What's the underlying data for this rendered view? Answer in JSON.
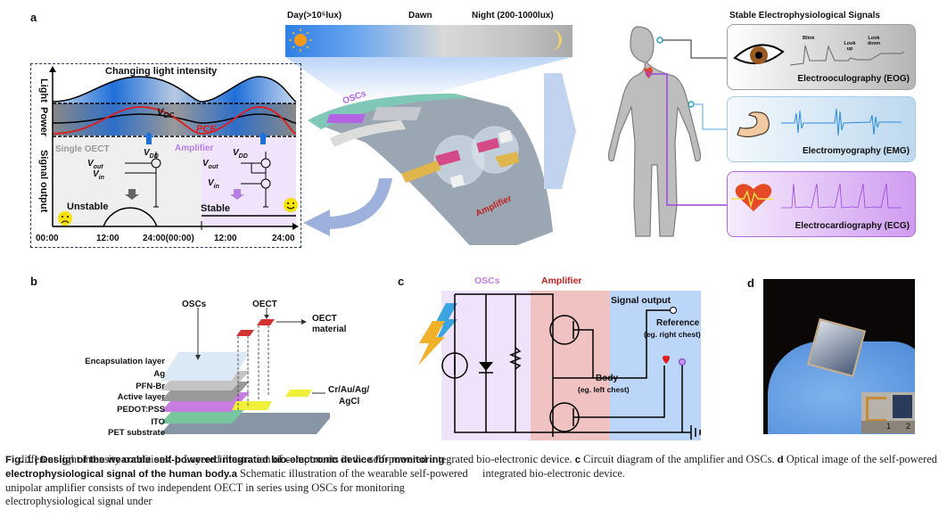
{
  "figure": {
    "panel_labels": {
      "a": "a",
      "b": "b",
      "c": "c",
      "d": "d"
    },
    "panel_a": {
      "light_scale": {
        "day": "Day(>10⁵lux)",
        "dawn": "Dawn",
        "night": "Night (200-1000lux)",
        "sun_icon": "sun-icon",
        "moon_icon": "moon-icon"
      },
      "plot": {
        "y_labels": {
          "light": "Light",
          "power": "Power",
          "signal": "Signal output"
        },
        "title": "Changing light intensity",
        "voc_label": "V",
        "voc_sub": "OC",
        "pce_label": "PCE",
        "left_region": {
          "title": "Single OECT",
          "vdd": "V",
          "vdd_sub": "DD",
          "vout": "V",
          "vout_sub": "out",
          "vin": "V",
          "vin_sub": "in",
          "status": "Unstable",
          "face": "sad-face"
        },
        "right_region": {
          "title": "Amplifier",
          "vdd": "V",
          "vdd_sub": "DD",
          "vout": "V",
          "vout_sub": "out",
          "vin": "V",
          "vin_sub": "in",
          "status": "Stable",
          "face": "happy-face"
        },
        "x_ticks": [
          "00:00",
          "12:00",
          "24:00(00:00)",
          "12:00",
          "24:00"
        ]
      },
      "device": {
        "oscs_label": "OSCs",
        "amplifier_label": "Amplifier"
      },
      "signals": {
        "title": "Stable Electrophysiological Signals",
        "cards": [
          {
            "name": "Electrooculography (EOG)",
            "annotations": [
              "Blink",
              "Look up",
              "Look down"
            ],
            "color": "#b5b5b5"
          },
          {
            "name": "Electromyography (EMG)",
            "annotations": [],
            "color": "#bcd8ee"
          },
          {
            "name": "Electrocardiography (ECG)",
            "annotations": [],
            "color": "#cf9cf0"
          }
        ]
      }
    },
    "panel_b": {
      "top_labels": {
        "oscs": "OSCs",
        "oect": "OECT",
        "oect_material_1": "OECT",
        "oect_material_2": "material"
      },
      "layers": [
        "Encapsulation layer",
        "Ag",
        "PFN-Br",
        "Active layer",
        "PEDOT:PSS",
        "ITO",
        "PET substrate"
      ],
      "electrode_1": "Cr/Au/Ag/",
      "electrode_2": "AgCl"
    },
    "panel_c": {
      "oscs": "OSCs",
      "amplifier": "Amplifier",
      "signal_output": "Signal output",
      "reference": "Reference",
      "reference_note": "(eg. right chest)",
      "body": "Body",
      "body_note": "(eg. left chest)"
    },
    "panel_d": {
      "ruler_1": "1",
      "ruler_2": "2"
    },
    "caption": {
      "fig_label": "Fig. 1 | ",
      "title": "Design of the wearable self-powered integrated bio-electronic device for monitoring electrophysiological signal of the human body.",
      "a_label": "a",
      "a_text": " Schematic illustration of the wearable self-powered unipolar amplifier consists of two independent OECT in series using OSCs for monitoring electrophysiological signal under different light intensity conditions.",
      "b_label": "b",
      "b_text": " Layered illustration of components in the self-powered integrated bio-electronic device.",
      "c_label": "c",
      "c_text": " Circuit diagram of the amplifier and OSCs.",
      "d_label": "d",
      "d_text": " Optical image of the self-powered integrated bio-electronic device."
    }
  }
}
